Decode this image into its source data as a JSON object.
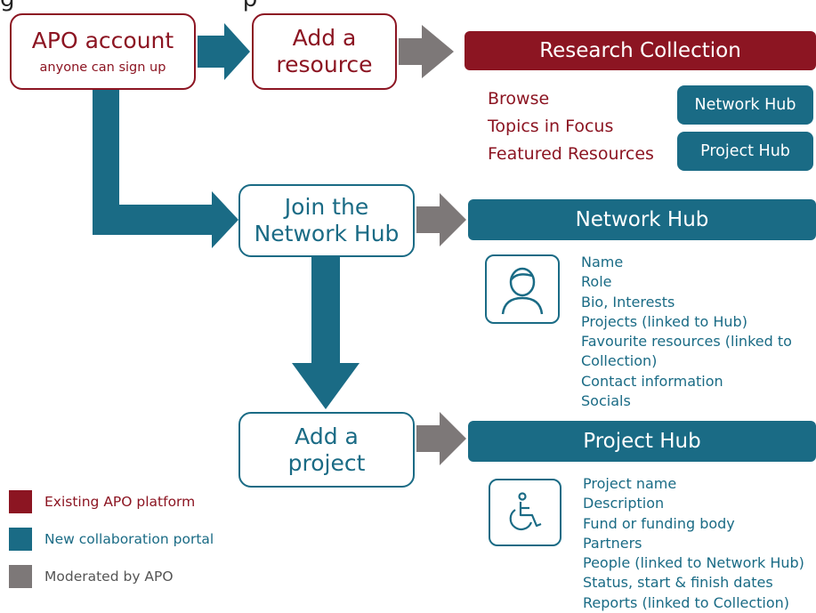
{
  "colors": {
    "existing": "#8c1522",
    "collaboration": "#1a6b85",
    "moderated": "#7d7878"
  },
  "title_fragment": "g                               p",
  "nodes": {
    "apo_account": {
      "title": "APO account",
      "subtitle": "anyone can sign up"
    },
    "add_resource": {
      "line1": "Add a",
      "line2": "resource"
    },
    "join_hub": {
      "line1": "Join the",
      "line2": "Network Hub"
    },
    "add_project": {
      "line1": "Add a",
      "line2": "project"
    }
  },
  "research_collection": {
    "title": "Research Collection",
    "links": [
      "Browse",
      "Topics in Focus",
      "Featured Resources"
    ],
    "buttons": [
      "Network Hub",
      "Project Hub"
    ]
  },
  "network_hub": {
    "title": "Network Hub",
    "icon": "person-avatar-icon",
    "fields": [
      "Name",
      "Role",
      "Bio, Interests",
      "Projects (linked to Hub)",
      "Favourite resources (linked to",
      "Collection)",
      "Contact information",
      "Socials"
    ]
  },
  "project_hub": {
    "title": "Project Hub",
    "icon": "accessibility-wheelchair-icon",
    "fields": [
      "Project name",
      "Description",
      "Fund or funding body",
      "Partners",
      "People (linked to Network Hub)",
      "Status, start & finish dates",
      "Reports (linked to Collection)"
    ]
  },
  "legend": [
    {
      "label": "Existing APO platform",
      "color": "#8c1522"
    },
    {
      "label": "New collaboration portal",
      "color": "#1a6b85"
    },
    {
      "label": "Moderated by APO",
      "color": "#7d7878"
    }
  ]
}
